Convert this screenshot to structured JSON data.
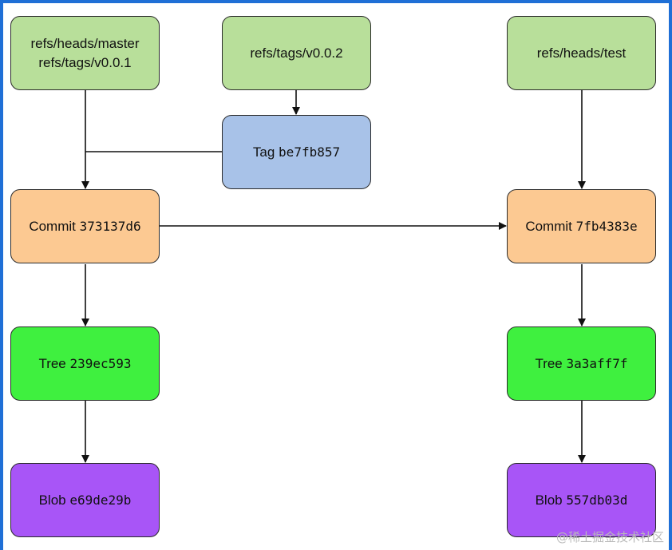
{
  "nodes": {
    "ref_master": {
      "lines": [
        "refs/heads/master",
        "refs/tags/v0.0.1"
      ]
    },
    "ref_v002": {
      "label": "refs/tags/v0.0.2"
    },
    "ref_test": {
      "label": "refs/heads/test"
    },
    "tag": {
      "kind": "Tag",
      "hash": "be7fb857"
    },
    "commit_left": {
      "kind": "Commit",
      "hash": "373137d6"
    },
    "commit_right": {
      "kind": "Commit",
      "hash": "7fb4383e"
    },
    "tree_left": {
      "kind": "Tree",
      "hash": "239ec593"
    },
    "tree_right": {
      "kind": "Tree",
      "hash": "3a3aff7f"
    },
    "blob_left": {
      "kind": "Blob",
      "hash": "e69de29b"
    },
    "blob_right": {
      "kind": "Blob",
      "hash": "557db03d"
    }
  },
  "edges": [
    [
      "ref_master",
      "commit_left"
    ],
    [
      "ref_v002",
      "tag"
    ],
    [
      "tag",
      "commit_left"
    ],
    [
      "ref_test",
      "commit_right"
    ],
    [
      "commit_left",
      "commit_right"
    ],
    [
      "commit_left",
      "tree_left"
    ],
    [
      "tree_left",
      "blob_left"
    ],
    [
      "commit_right",
      "tree_right"
    ],
    [
      "tree_right",
      "blob_right"
    ]
  ],
  "colors": {
    "ref": "#b8df9a",
    "tag": "#a8c2e8",
    "commit": "#fcc992",
    "tree": "#3ff03f",
    "blob": "#a855f7",
    "frame": "#1f6fd6"
  },
  "watermark": "@稀土掘金技术社区"
}
